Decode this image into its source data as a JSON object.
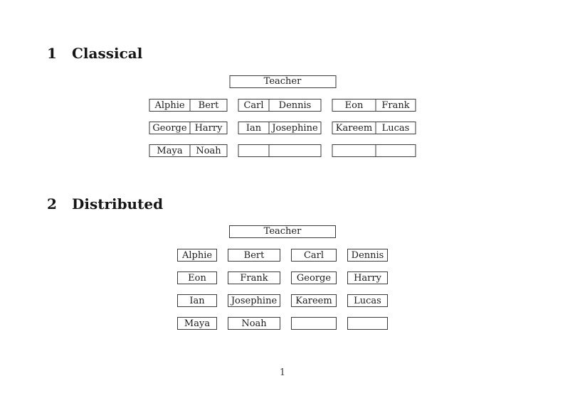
{
  "page": {
    "background": "#ffffff",
    "text_color": "#1c1c1c",
    "border_color": "#3a3a3a",
    "page_number": "1"
  },
  "sections": [
    {
      "number": "1",
      "title": "Classical",
      "teacher_label": "Teacher",
      "columns": [
        {
          "rows": [
            [
              "Alphie",
              "Bert"
            ],
            [
              "George",
              "Harry"
            ],
            [
              "Maya",
              "Noah"
            ]
          ]
        },
        {
          "rows": [
            [
              "Carl",
              "Dennis"
            ],
            [
              "Ian",
              "Josephine"
            ],
            [
              "",
              ""
            ]
          ]
        },
        {
          "rows": [
            [
              "Eon",
              "Frank"
            ],
            [
              "Kareem",
              "Lucas"
            ],
            [
              "",
              ""
            ]
          ]
        }
      ]
    },
    {
      "number": "2",
      "title": "Distributed",
      "teacher_label": "Teacher",
      "rows": [
        [
          "Alphie",
          "Bert",
          "Carl",
          "Dennis"
        ],
        [
          "Eon",
          "Frank",
          "George",
          "Harry"
        ],
        [
          "Ian",
          "Josephine",
          "Kareem",
          "Lucas"
        ],
        [
          "Maya",
          "Noah",
          "",
          ""
        ]
      ]
    }
  ]
}
